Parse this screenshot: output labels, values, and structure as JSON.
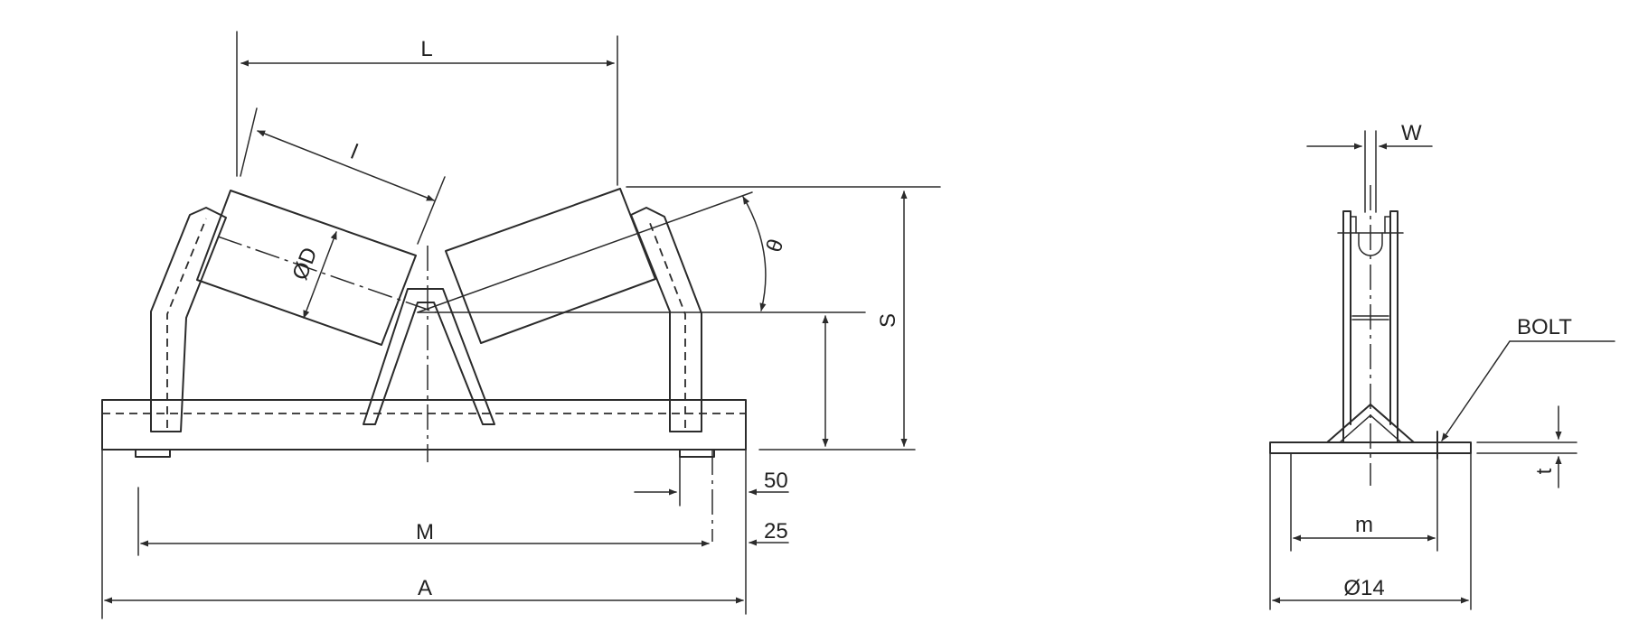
{
  "labels": {
    "L": "L",
    "l": "l",
    "phi_d": "ØD",
    "theta": "θ",
    "s": "S",
    "fifty": "50",
    "twenty_five": "25",
    "m_upper": "M",
    "a": "A",
    "w": "W",
    "bolt": "BOLT",
    "t": "t",
    "m_lower": "m",
    "phi_14": "Ø14"
  },
  "colors": {
    "ink": "#2b2b2b",
    "background": "#ffffff"
  }
}
